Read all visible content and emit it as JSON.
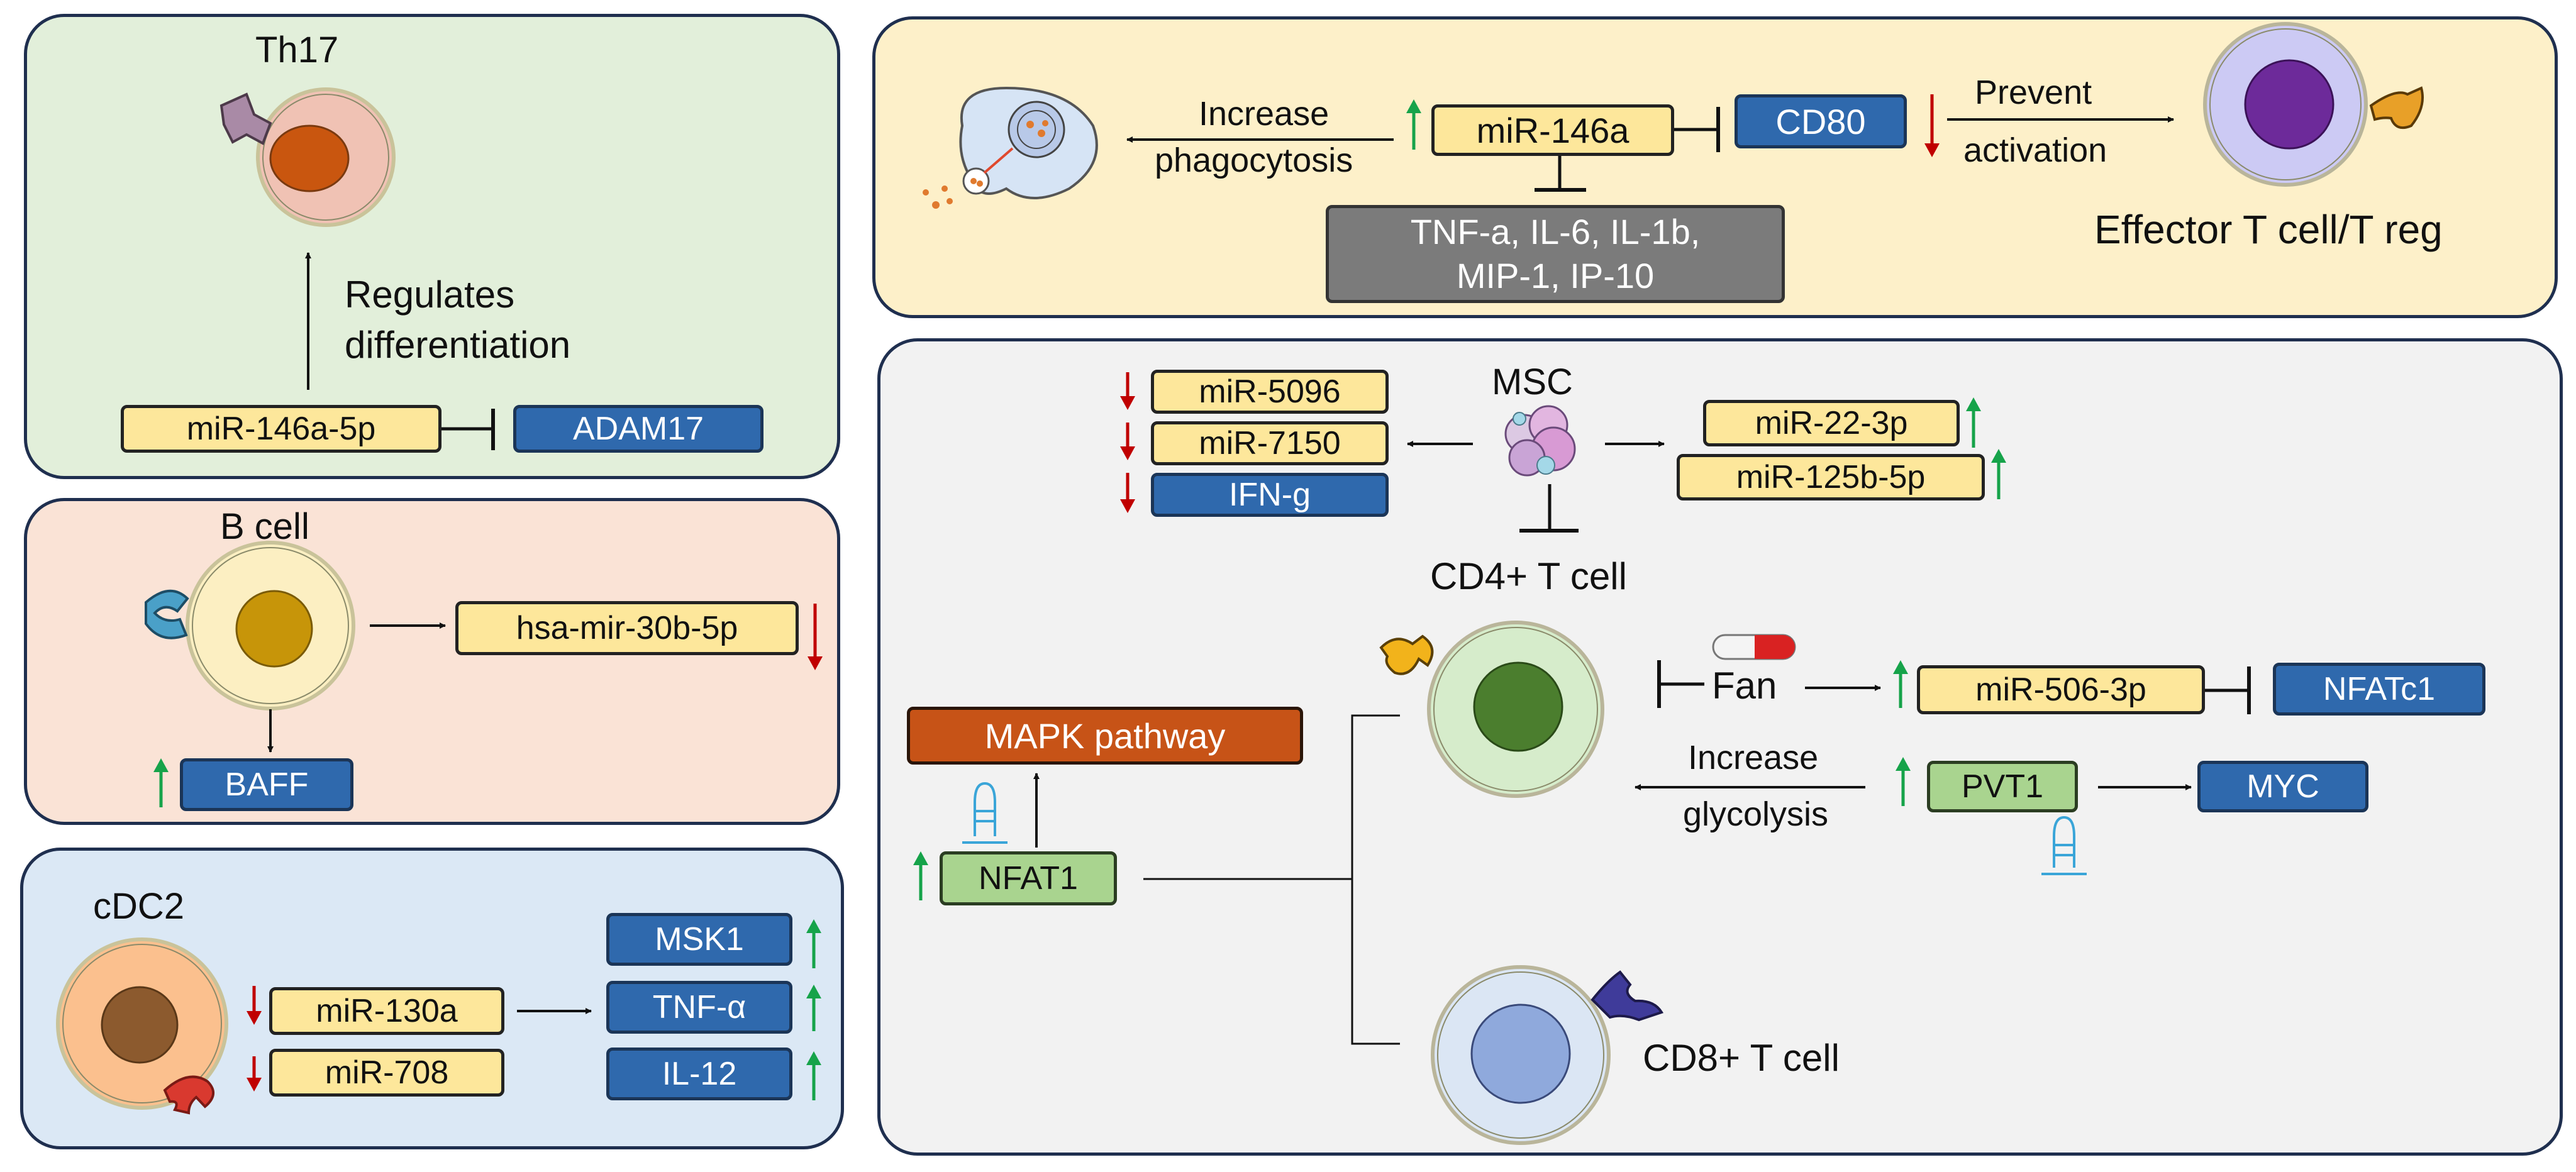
{
  "colors": {
    "up": "#16a34a",
    "down": "#c00000",
    "yellow_box": "#fde79b",
    "blue_box": "#2f69ad",
    "green_box": "#a9d48f",
    "orange_box": "#c75317"
  },
  "th17": {
    "title": "Th17",
    "arrow_label_1": "Regulates",
    "arrow_label_2": "differentiation",
    "mirna": "miR-146a-5p",
    "target": "ADAM17"
  },
  "bcell": {
    "title": "B cell",
    "mirna": "hsa-mir-30b-5p",
    "target": "BAFF"
  },
  "cdc2": {
    "title": "cDC2",
    "mirna_1": "miR-130a",
    "mirna_2": "miR-708",
    "out_1": "MSK1",
    "out_2": "TNF-α",
    "out_3": "IL-12"
  },
  "effector": {
    "label_increase_1": "Increase",
    "label_increase_2": "phagocytosis",
    "mirna": "miR-146a",
    "target": "CD80",
    "label_prevent_1": "Prevent",
    "label_prevent_2": "activation",
    "cytokines_1": "TNF-a, IL-6, IL-1b,",
    "cytokines_2": "MIP-1, IP-10",
    "cell_label": "Effector T cell/T reg"
  },
  "cd4": {
    "msc_label": "MSC",
    "down_1": "miR-5096",
    "down_2": "miR-7150",
    "down_3": "IFN-g",
    "up_1": "miR-22-3p",
    "up_2": "miR-125b-5p",
    "cd4_label": "CD4+ T cell",
    "fan_label": "Fan",
    "mir506": "miR-506-3p",
    "nfatc1": "NFATc1",
    "glyco_1": "Increase",
    "glyco_2": "glycolysis",
    "pvt1": "PVT1",
    "myc": "MYC",
    "mapk": "MAPK pathway",
    "nfat1": "NFAT1",
    "cd8_label": "CD8+ T cell"
  }
}
